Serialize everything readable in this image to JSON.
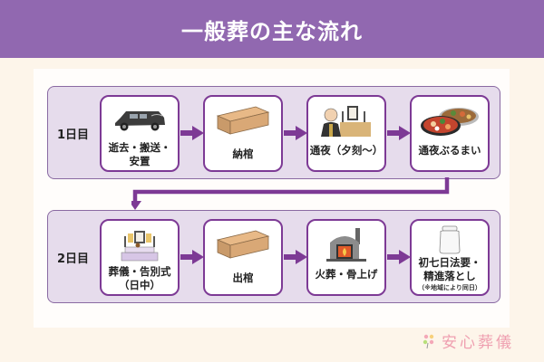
{
  "header": {
    "title": "一般葬の主な流れ"
  },
  "colors": {
    "header_bg": "#9168b0",
    "accent": "#7d3a95",
    "row_bg": "#e6dcec",
    "page_bg": "#fdf5ea",
    "logo": "#ef9fb0"
  },
  "days": [
    {
      "label": "1日目",
      "steps": [
        {
          "icon": "hearse-icon",
          "label_line1": "逝去・搬送・",
          "label_line2": "安置"
        },
        {
          "icon": "coffin-icon",
          "label_line1": "納棺",
          "label_line2": ""
        },
        {
          "icon": "priest-altar-icon",
          "label_line1": "通夜（夕刻〜）",
          "label_line2": ""
        },
        {
          "icon": "food-platter-icon",
          "label_line1": "通夜ぶるまい",
          "label_line2": ""
        }
      ]
    },
    {
      "label": "2日目",
      "steps": [
        {
          "icon": "funeral-altar-icon",
          "label_line1": "葬儀・告別式",
          "label_line2": "（日中）"
        },
        {
          "icon": "coffin-icon",
          "label_line1": "出棺",
          "label_line2": ""
        },
        {
          "icon": "crematorium-icon",
          "label_line1": "火葬・骨上げ",
          "label_line2": ""
        },
        {
          "icon": "urn-icon",
          "label_line1": "初七日法要・",
          "label_line2": "精進落とし",
          "note": "（※地域により同日）"
        }
      ]
    }
  ],
  "logo": {
    "text": "安心葬儀"
  }
}
